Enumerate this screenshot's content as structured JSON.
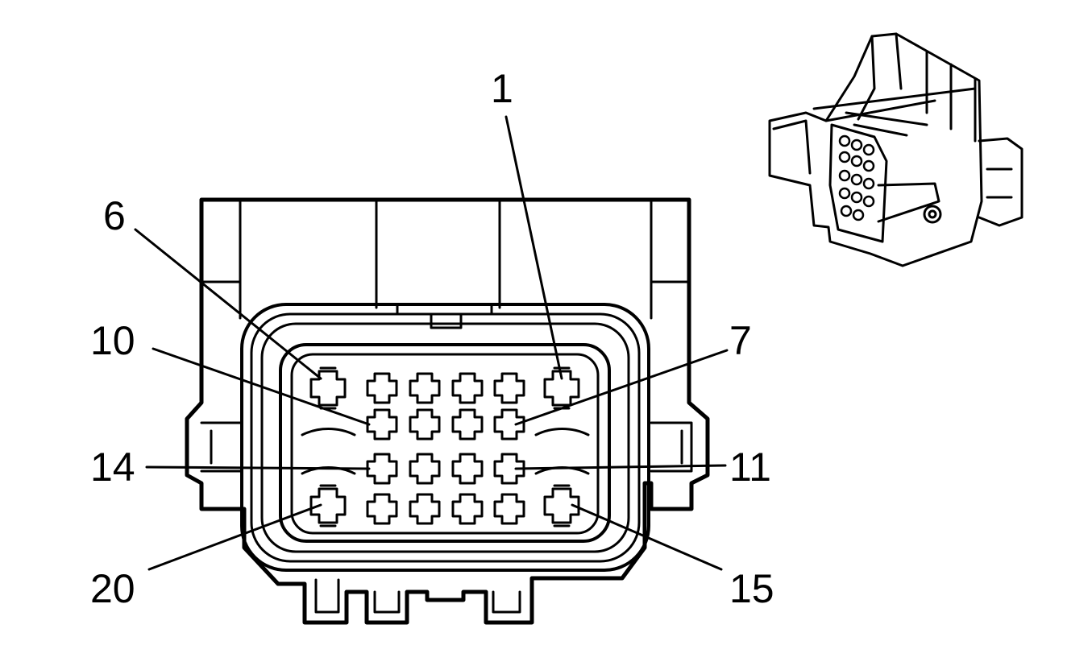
{
  "pin_labels": {
    "p1": "1",
    "p6": "6",
    "p7": "7",
    "p10": "10",
    "p11": "11",
    "p14": "14",
    "p15": "15",
    "p20": "20"
  },
  "colors": {
    "line": "#000000",
    "background": "#ffffff"
  }
}
